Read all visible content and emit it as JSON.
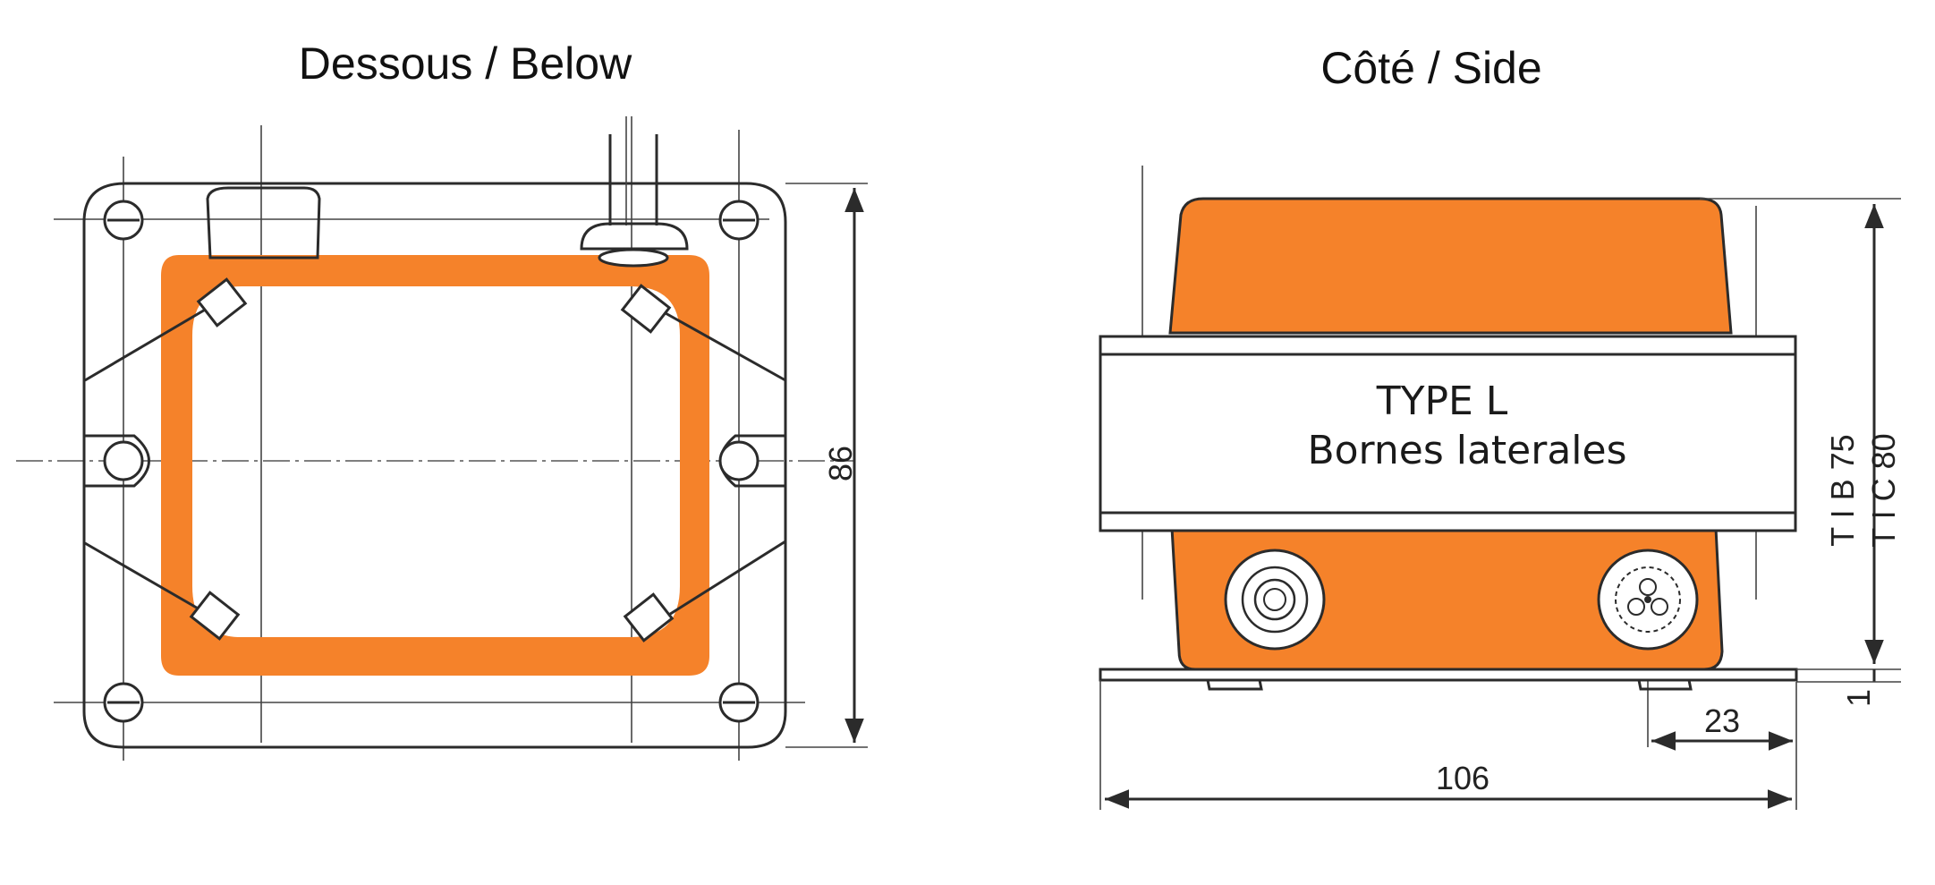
{
  "views": {
    "below": {
      "title": "Dessous / Below",
      "height_dim": "86"
    },
    "side": {
      "title": "Côté / Side",
      "type_label": "TYPE L",
      "terminals_label": "Bornes laterales",
      "width_dim": "106",
      "offset_dim": "23",
      "base_dim": "1",
      "height_dim_1": "T I B 75",
      "height_dim_2": "T I C 80"
    }
  },
  "colors": {
    "body": "#f5822a",
    "outline": "#2b2b2b",
    "paper": "#ffffff"
  }
}
